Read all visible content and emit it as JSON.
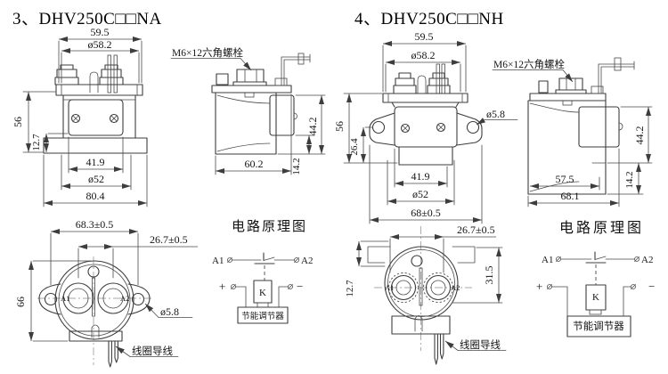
{
  "page": {
    "background": "#ffffff",
    "line_color": "#3d3d3d",
    "text_color": "#141414"
  },
  "panels": [
    {
      "title": "3、DHV250C□□NA",
      "front_view": {
        "dim_top_width": "59.5",
        "dim_top_diameter": "ø58.2",
        "dim_left_height": "56",
        "dim_left_offset": "12.7",
        "dim_bottom_inner": "41.9",
        "dim_bottom_diameter": "ø52",
        "dim_bottom_width": "80.4"
      },
      "side_view": {
        "bolt_label": "M6×12六角螺栓",
        "dim_right_height": "44.2",
        "dim_right_offset": "14.2",
        "dim_bottom_width": "60.2"
      },
      "bottom_view": {
        "dim_top_width": "68.3±0.5",
        "dim_hole_spacing": "26.7±0.5",
        "dim_left_height": "66",
        "dim_ear_hole": "ø5.8",
        "terminal_left": "A1",
        "terminal_right": "A2",
        "coil_wire_label": "线圈导线"
      },
      "circuit": {
        "title": "电路原理图",
        "terminal_a1": "A1",
        "terminal_a2": "A2",
        "coil": "K",
        "plus": "+",
        "minus": "−",
        "controller_label": "节能调节器"
      }
    },
    {
      "title": "4、DHV250C□□NH",
      "front_view": {
        "dim_top_width": "59.5",
        "dim_top_diameter": "ø58.2",
        "dim_left_height": "56",
        "dim_left_offset": "26.4",
        "dim_ear_hole": "ø5.8",
        "dim_bottom_inner": "41.9",
        "dim_bottom_diameter": "ø52",
        "dim_bottom_width": "68±0.5"
      },
      "side_view": {
        "bolt_label": "M6×12六角螺栓",
        "dim_right_height": "44.2",
        "dim_right_offset": "14.2",
        "dim_bottom_inner": "57.5",
        "dim_bottom_width": "68.1"
      },
      "bottom_view": {
        "dim_hole_spacing": "26.7±0.5",
        "dim_left_offset": "12.7",
        "dim_right_height": "31.5",
        "terminal_left": "A1",
        "terminal_right": "A2",
        "coil_wire_label": "线圈导线"
      },
      "circuit": {
        "title": "电路原理图",
        "terminal_a1": "A1",
        "terminal_a2": "A2",
        "coil": "K",
        "plus": "+",
        "minus": "−",
        "controller_label": "节能调节器"
      }
    }
  ]
}
